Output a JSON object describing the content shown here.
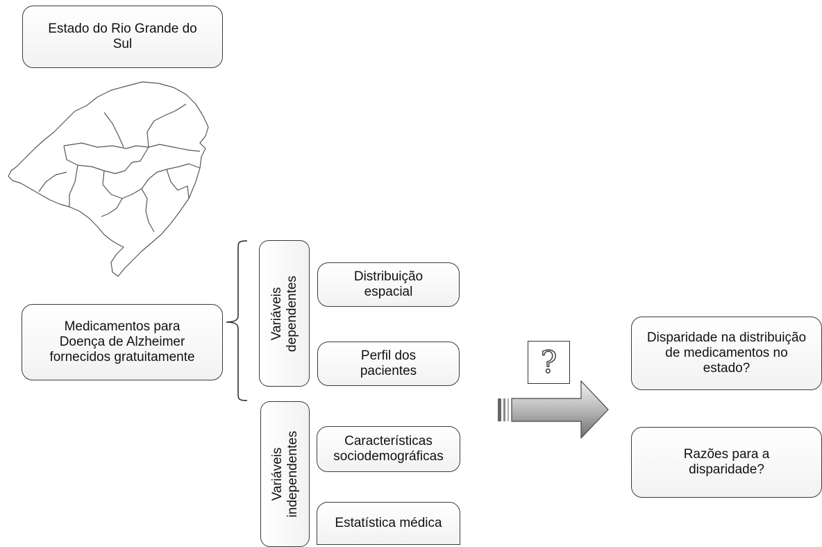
{
  "state_box": {
    "label": "Estado do Rio Grande do\nSul"
  },
  "medication_box": {
    "label": "Medicamentos para\nDoença de Alzheimer\nfornecidos gratuitamente"
  },
  "dependent_group": {
    "label": "Variáveis\ndependentes",
    "items": [
      "Distribuição\nespacial",
      "Perfil dos\npacientes"
    ]
  },
  "independent_group": {
    "label": "Variáveis\nindependentes",
    "items": [
      "Características\nsociodemográficas",
      "Estatística médica"
    ]
  },
  "question_icon": "question-mark-icon",
  "question_symbol": "?",
  "outcomes": [
    "Disparidade na distribuição\nde medicamentos no\nestado?",
    "Razões para a\ndisparidade?"
  ]
}
